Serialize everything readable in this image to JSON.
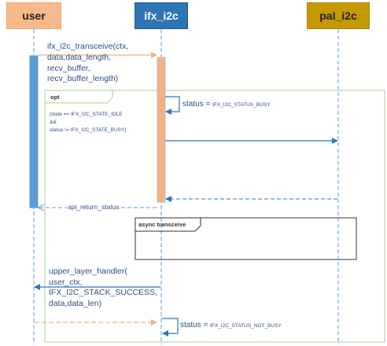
{
  "participants": {
    "user": "user",
    "ifx_i2c": "ifx_i2c",
    "pal_i2c": "pal_i2c"
  },
  "messages": {
    "transceive_call": [
      "ifx_i2c_transceive(ctx,",
      "data,data_length,",
      "recv_buffer,",
      "recv_buffer_length)"
    ],
    "status_busy_prefix": "status = ",
    "status_busy_value": "IFX_I2C_STATUS_BUSY",
    "opt_label": "opt",
    "opt_guard": [
      "[state == IFX_I2C_STATE_IDLE",
      "&&",
      "status != IFX_I2C_STATE_BUSY]"
    ],
    "api_return": "api_return_status",
    "async_label": "async transceive",
    "upper_handler": [
      "upper_layer_handler(",
      "user_ctx,",
      "IFX_I2C_STACK_SUCCESS,",
      "data,data_len)"
    ],
    "status_not_busy_prefix": "status = ",
    "status_not_busy_value": "IFX_I2C_STATUS_NOT_BUSY"
  },
  "colors": {
    "user": "#f7b98a",
    "ifx_i2c": "#2e75b6",
    "pal_i2c": "#c49a00",
    "lifeline": "#5b9bd5",
    "activation_user": "#5b9bd5",
    "activation_ifx": "#f4b183",
    "frame": "#a9d18e",
    "arrow": "#2e75b6",
    "async_arrow": "#f4b183"
  }
}
